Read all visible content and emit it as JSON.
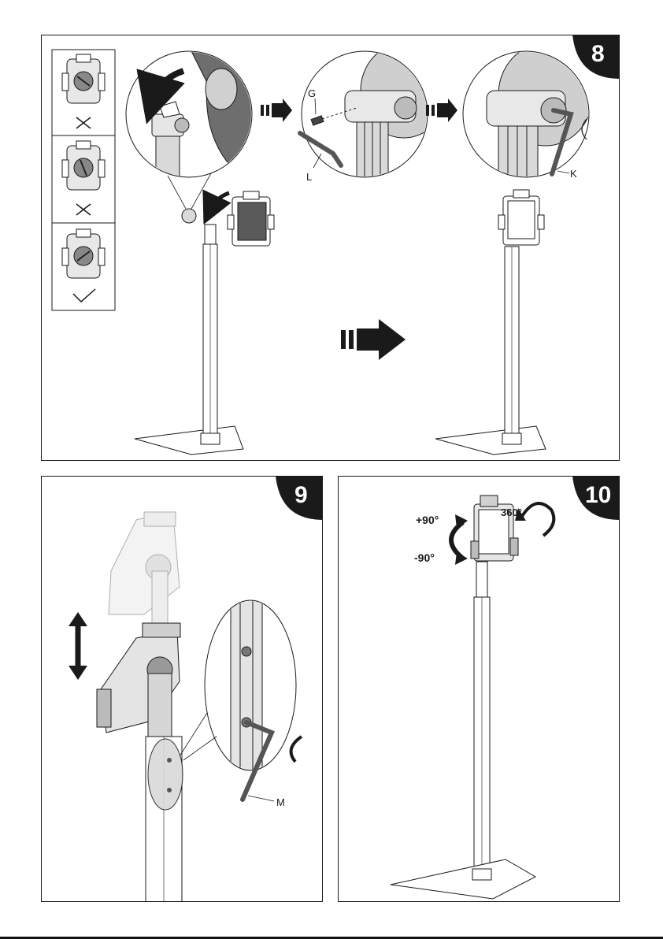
{
  "steps": {
    "step8": {
      "number": "8"
    },
    "step9": {
      "number": "9"
    },
    "step10": {
      "number": "10"
    }
  },
  "labels": {
    "G": "G",
    "L": "L",
    "K": "K",
    "M": "M",
    "plus90": "+90°",
    "minus90": "-90°",
    "deg360": "360°"
  },
  "colors": {
    "badge": "#1a1a1a",
    "line": "#1a1a1a",
    "metal": "#9a9a9a",
    "shade": "#d9d9d9"
  }
}
